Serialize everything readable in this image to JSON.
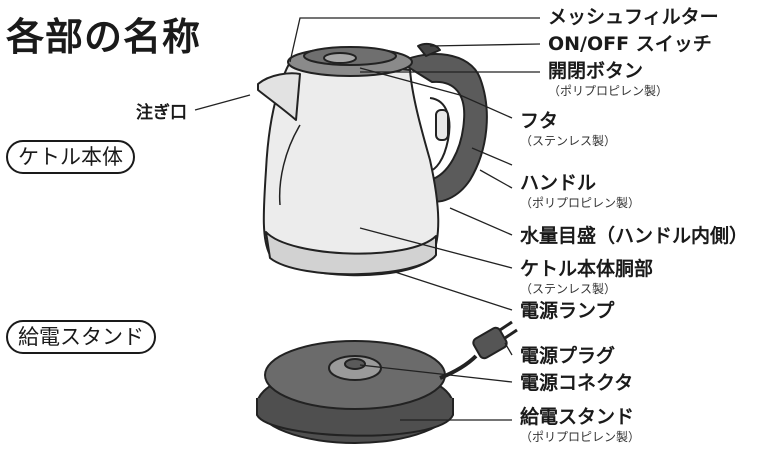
{
  "title": "各部の名称",
  "sections": {
    "kettle": "ケトル本体",
    "base": "給電スタンド"
  },
  "labels": {
    "mesh_filter": "メッシュフィルター",
    "on_off_switch": "ON/OFF スイッチ",
    "open_button": "開閉ボタン",
    "open_button_sub": "（ポリプロピレン製）",
    "lid": "フタ",
    "lid_sub": "（ステンレス製）",
    "handle": "ハンドル",
    "handle_sub": "（ポリプロピレン製）",
    "water_gauge": "水量目盛（ハンドル内側）",
    "kettle_body": "ケトル本体胴部",
    "kettle_body_sub": "（ステンレス製）",
    "power_lamp": "電源ランプ",
    "power_plug": "電源プラグ",
    "power_connector": "電源コネクタ",
    "power_base": "給電スタンド",
    "power_base_sub": "（ポリプロピレン製）",
    "spout": "注ぎ口"
  }
}
